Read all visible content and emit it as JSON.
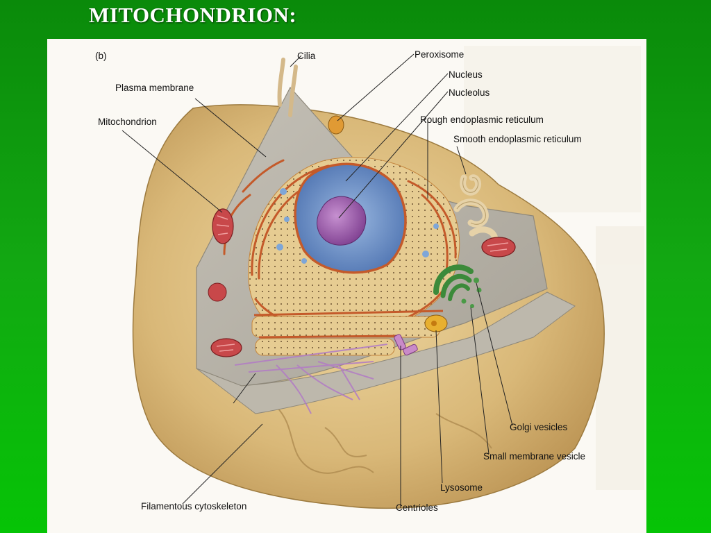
{
  "slide": {
    "title": "MITOCHONDRION:"
  },
  "figure": {
    "panel_tag": "(b)",
    "labels": {
      "cilia": "Cilia",
      "peroxisome": "Peroxisome",
      "nucleus": "Nucleus",
      "nucleolus": "Nucleolus",
      "plasma_membrane": "Plasma membrane",
      "mitochondrion": "Mitochondrion",
      "rough_er": "Rough endoplasmic reticulum",
      "smooth_er": "Smooth endoplasmic reticulum",
      "golgi_vesicles": "Golgi vesicles",
      "small_membrane_vesicle": "Small membrane vesicle",
      "lysosome": "Lysosome",
      "centrioles": "Centrioles",
      "filamentous_cytoskeleton": "Filamentous cytoskeleton"
    }
  },
  "colors": {
    "background_green": "#12a812",
    "cell_surface": "#d8b878",
    "cytoplasm": "#b7b2a6",
    "nucleus_blue": "#6f95c8",
    "nucleolus_purple": "#9a58a8",
    "membrane_orange": "#c8642c",
    "golgi_green": "#3c8a3a",
    "mitochondrion_red": "#c8484a"
  }
}
